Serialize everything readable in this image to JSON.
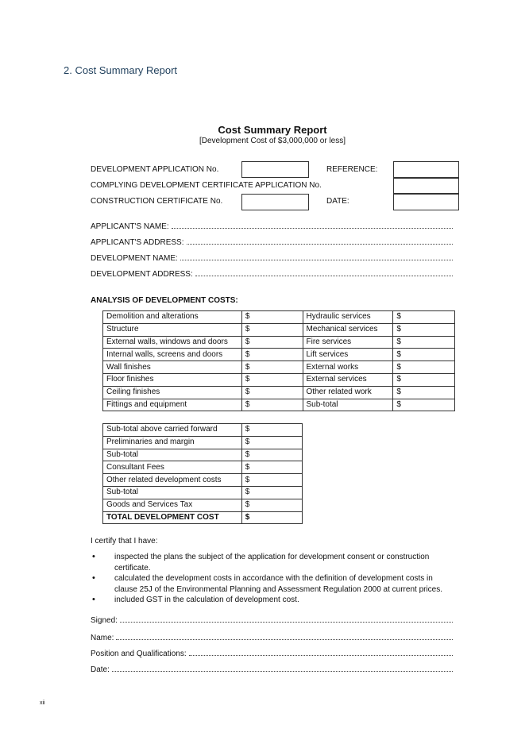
{
  "section_heading": "2. Cost Summary Report",
  "form": {
    "title": "Cost Summary Report",
    "subtitle": "[Development Cost of $3,000,000 or less]",
    "fields": {
      "da_no": "DEVELOPMENT APPLICATION No.",
      "reference": "REFERENCE:",
      "cdc_no": "COMPLYING DEVELOPMENT CERTIFICATE APPLICATION No.",
      "cc_no": "CONSTRUCTION CERTIFICATE No.",
      "date": "DATE:"
    },
    "applicant_lines": [
      "APPLICANT'S NAME:",
      "APPLICANT'S ADDRESS:",
      "DEVELOPMENT NAME:",
      "DEVELOPMENT ADDRESS:"
    ],
    "analysis_heading": "ANALYSIS OF DEVELOPMENT COSTS:",
    "cost_rows": [
      {
        "left": "Demolition and alterations",
        "left_val": "$",
        "right": "Hydraulic services",
        "right_val": "$"
      },
      {
        "left": "Structure",
        "left_val": "$",
        "right": "Mechanical services",
        "right_val": "$"
      },
      {
        "left": "External walls, windows and doors",
        "left_val": "$",
        "right": "Fire services",
        "right_val": "$"
      },
      {
        "left": "Internal walls, screens and doors",
        "left_val": "$",
        "right": "Lift services",
        "right_val": "$"
      },
      {
        "left": "Wall finishes",
        "left_val": "$",
        "right": "External works",
        "right_val": "$"
      },
      {
        "left": "Floor finishes",
        "left_val": "$",
        "right": "External services",
        "right_val": "$"
      },
      {
        "left": "Ceiling finishes",
        "left_val": "$",
        "right": "Other related work",
        "right_val": "$"
      },
      {
        "left": "Fittings and equipment",
        "left_val": "$",
        "right": "Sub-total",
        "right_val": "$"
      }
    ],
    "subtotal_rows": [
      {
        "label": "Sub-total above carried forward",
        "value": "$"
      },
      {
        "label": "Preliminaries and margin",
        "value": "$"
      },
      {
        "label": "Sub-total",
        "value": "$"
      },
      {
        "label": "Consultant Fees",
        "value": "$"
      },
      {
        "label": "Other related development costs",
        "value": "$"
      },
      {
        "label": "Sub-total",
        "value": "$"
      },
      {
        "label": "Goods and Services Tax",
        "value": "$"
      },
      {
        "label": "TOTAL DEVELOPMENT COST",
        "value": "$"
      }
    ],
    "certify_intro": "I certify that I have:",
    "certify_items": [
      "inspected the plans the subject of the application for development consent or construction certificate.",
      "calculated the development costs in accordance with the definition of development costs in clause 25J of the Environmental Planning and Assessment Regulation 2000 at current prices.",
      "included GST in the calculation of development cost."
    ],
    "signoff_lines": [
      "Signed:",
      "Name:",
      "Position and Qualifications:",
      "Date:"
    ]
  },
  "page_number": "xii"
}
